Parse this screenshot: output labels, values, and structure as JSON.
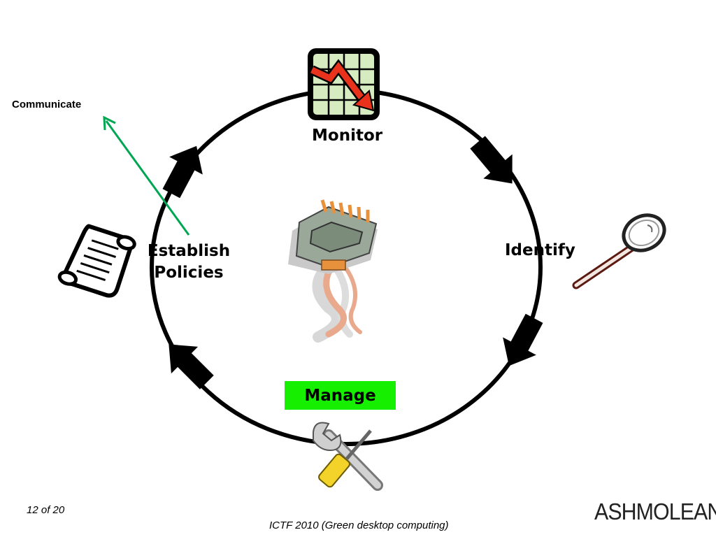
{
  "cycle": {
    "monitor": "Monitor",
    "identify": "Identify",
    "establish_line1": "Establish",
    "establish_line2": "Policies",
    "manage": "Manage"
  },
  "annotation": {
    "communicate": "Communicate"
  },
  "footer": {
    "slide_number": "12 of 20",
    "caption": "ICTF 2010 (Green desktop computing)",
    "logo": "ASHMOLEAN"
  },
  "icons": [
    "chart-declining-icon",
    "magnifying-glass-icon",
    "tools-icon",
    "scroll-icon",
    "network-plug-icon",
    "cycle-arrow-icon"
  ],
  "colors": {
    "manage_box": "#16f000",
    "communicate_arrow": "#00a651",
    "chart_arrow": "#e8321c",
    "chart_grid": "#d6ecc0"
  }
}
